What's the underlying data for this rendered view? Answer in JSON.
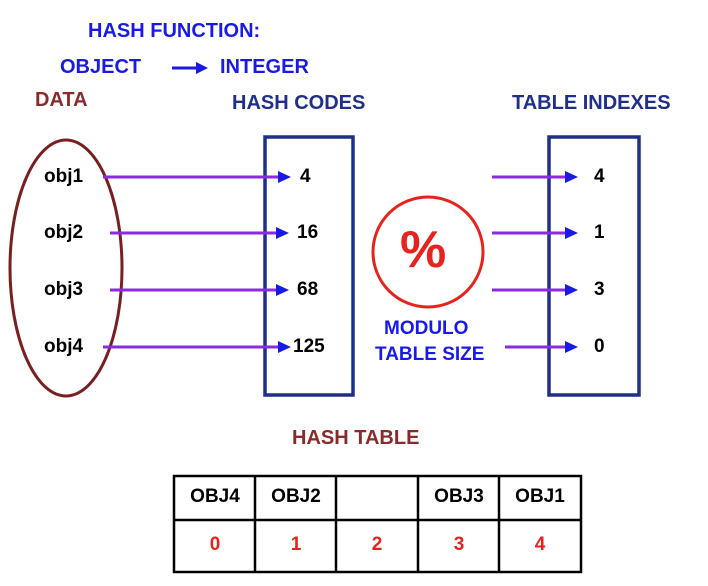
{
  "title_line1": "HASH FUNCTION:",
  "title_obj": "OBJECT",
  "title_int": "INTEGER",
  "data_label": "DATA",
  "hash_codes_label": "HASH CODES",
  "table_indexes_label": "TABLE INDEXES",
  "modulo_symbol": "%",
  "modulo_line1": "MODULO",
  "modulo_line2": "TABLE SIZE",
  "hash_table_label": "HASH TABLE",
  "objects": [
    "obj1",
    "obj2",
    "obj3",
    "obj4"
  ],
  "hash_codes": [
    "4",
    "16",
    "68",
    "125"
  ],
  "table_indexes": [
    "4",
    "1",
    "3",
    "0"
  ],
  "table_cells": [
    "OBJ4",
    "OBJ2",
    "",
    "OBJ3",
    "OBJ1"
  ],
  "table_cell_indexes": [
    "0",
    "1",
    "2",
    "3",
    "4"
  ],
  "colors": {
    "title": "#1a1ae6",
    "box": "#1f2f8a",
    "data_ellipse": "#7a1f1f",
    "arrow": "#8a2be2",
    "modulo": "#e8221c"
  }
}
